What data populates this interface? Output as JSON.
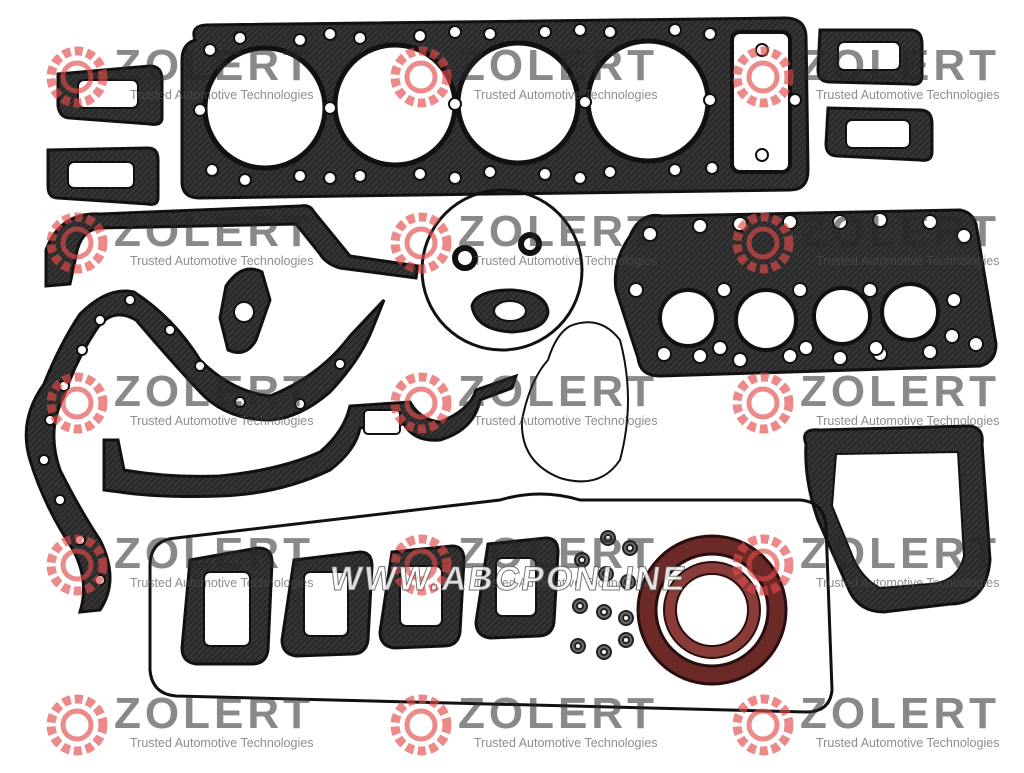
{
  "watermark": {
    "brand": "ZOLERT",
    "tagline": "Trusted Automotive Technologies",
    "site": "WWW.ABCPONLINE"
  },
  "colors": {
    "gasket": "#1a1a1a",
    "gasket_face": "#3a3a3a",
    "seal_red": "#6b2a28",
    "logo_red": "#e24a4a",
    "background": "#ffffff"
  }
}
